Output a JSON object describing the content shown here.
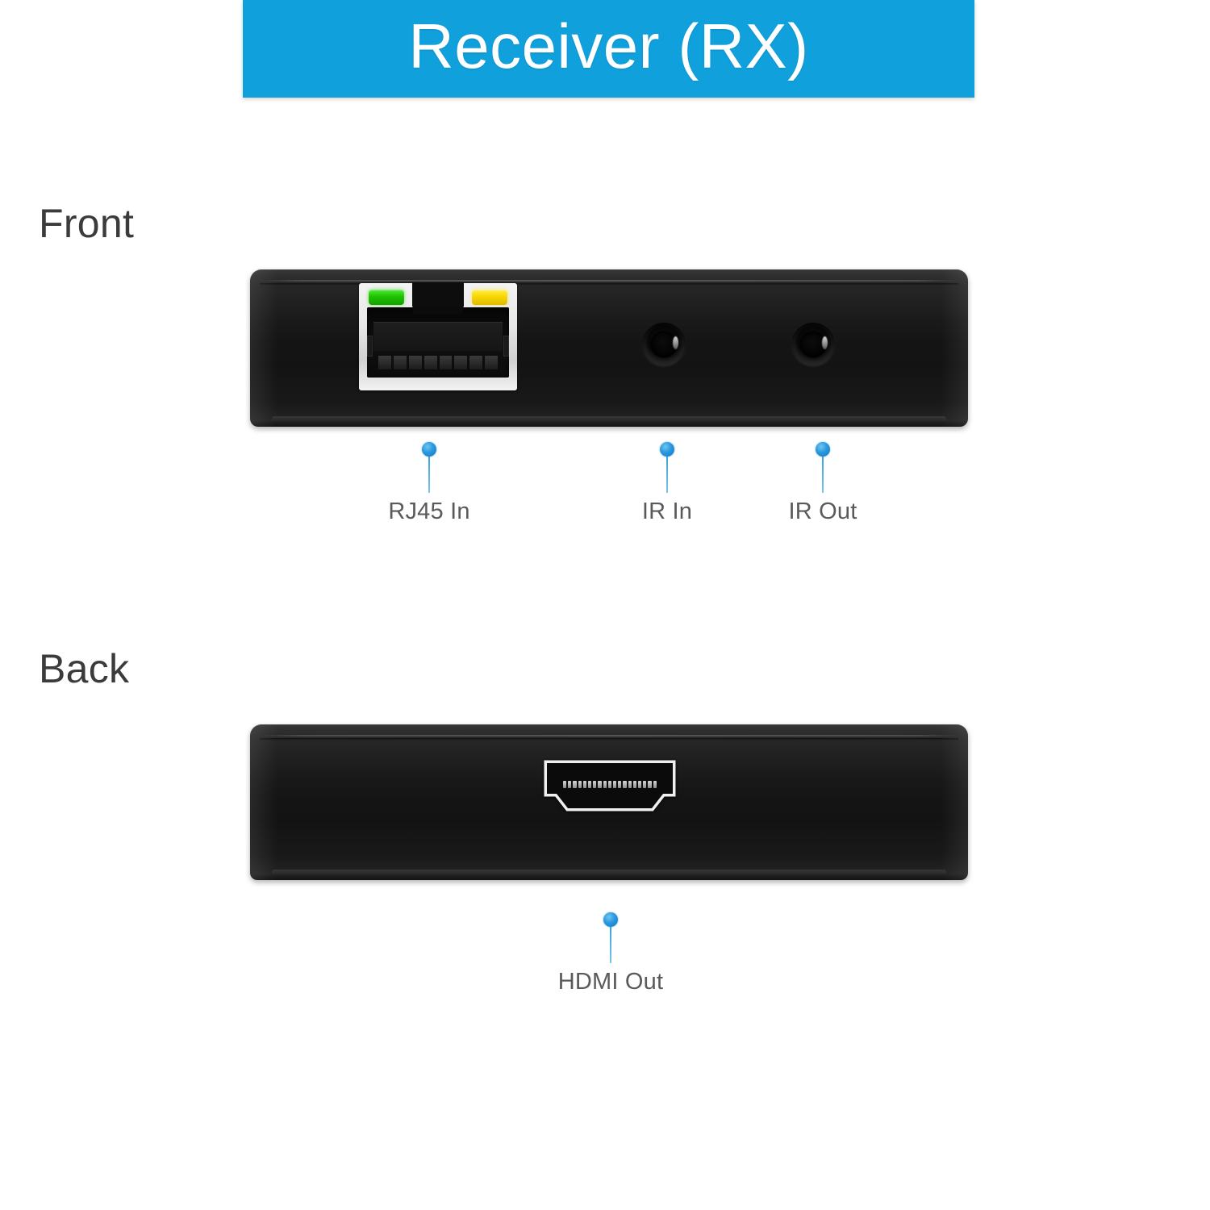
{
  "header": {
    "title": "Receiver (RX)",
    "background_color": "#10A0DC",
    "text_color": "#FFFFFF"
  },
  "sections": {
    "front": {
      "label": "Front",
      "ports": [
        {
          "name": "RJ45 In",
          "type": "rj45",
          "leds": [
            "green",
            "yellow"
          ]
        },
        {
          "name": "IR In",
          "type": "3.5mm-jack"
        },
        {
          "name": "IR Out",
          "type": "3.5mm-jack"
        }
      ]
    },
    "back": {
      "label": "Back",
      "ports": [
        {
          "name": "HDMI Out",
          "type": "hdmi"
        }
      ]
    }
  },
  "callouts": [
    {
      "id": "rj45-in",
      "label": "RJ45 In"
    },
    {
      "id": "ir-in",
      "label": "IR In"
    },
    {
      "id": "ir-out",
      "label": "IR Out"
    },
    {
      "id": "hdmi-out",
      "label": "HDMI Out"
    }
  ],
  "colors": {
    "accent_blue": "#10A0DC",
    "callout_dot": "#2A97DD",
    "callout_line": "#3BA3DD",
    "label_text": "#3B3B3B",
    "callout_text": "#5A5A5A",
    "device_body": "#161617",
    "led_green": "#1FC200",
    "led_yellow": "#F7D800",
    "port_metal": "#E6E6E6",
    "page_background": "#FFFFFF"
  }
}
